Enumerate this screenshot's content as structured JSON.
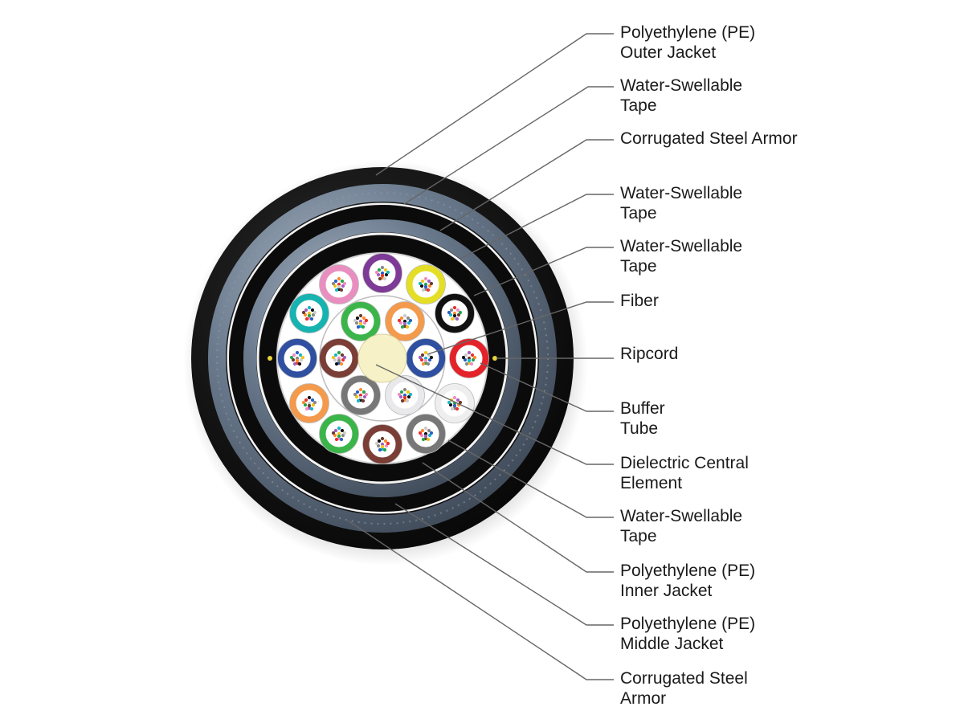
{
  "labels": [
    {
      "id": "outer-jacket",
      "lines": [
        "Polyethylene (PE)",
        "Outer Jacket"
      ]
    },
    {
      "id": "water-swellable-tape-1",
      "lines": [
        "Water-Swellable",
        "Tape"
      ]
    },
    {
      "id": "corrugated-steel-armor-1",
      "lines": [
        "Corrugated Steel Armor"
      ]
    },
    {
      "id": "water-swellable-tape-2",
      "lines": [
        "Water-Swellable",
        "Tape"
      ]
    },
    {
      "id": "water-swellable-tape-3",
      "lines": [
        "Water-Swellable",
        "Tape"
      ]
    },
    {
      "id": "fiber",
      "lines": [
        "Fiber"
      ]
    },
    {
      "id": "ripcord",
      "lines": [
        "Ripcord"
      ]
    },
    {
      "id": "buffer-tube",
      "lines": [
        "Buffer",
        "Tube"
      ]
    },
    {
      "id": "dielectric-central-element",
      "lines": [
        "Dielectric Central",
        "Element"
      ]
    },
    {
      "id": "water-swellable-tape-4",
      "lines": [
        "Water-Swellable",
        "Tape"
      ]
    },
    {
      "id": "inner-jacket",
      "lines": [
        "Polyethylene (PE)",
        "Inner Jacket"
      ]
    },
    {
      "id": "middle-jacket",
      "lines": [
        "Polyethylene (PE)",
        "Middle Jacket"
      ]
    },
    {
      "id": "corrugated-steel-armor-2",
      "lines": [
        "Corrugated Steel",
        "Armor"
      ]
    }
  ],
  "colors": {
    "jacket": "#0b0b0b",
    "armor": "#5e6d80",
    "tape": "#f2f2f2",
    "core_background": "#ffffff",
    "central_element": "#f6f1c6",
    "leader_line": "#666666",
    "buffer_tubes": [
      "#e88fc0",
      "#7d3a96",
      "#e4df26",
      "#16b3b0",
      "#3bb54a",
      "#f39a4c",
      "#111111",
      "#2f4fa0",
      "#7a3e36",
      "#2f4fa0",
      "#e4222a",
      "#f39a4c",
      "#777777",
      "#e9e9ec",
      "#eeeeee",
      "#3bb54a",
      "#7a3e36",
      "#777777"
    ],
    "fiber_dots": [
      "#e6332a",
      "#2b5fc4",
      "#22a64a",
      "#f0c419",
      "#a05fc0",
      "#111111",
      "#ff8a2a",
      "#888888",
      "#f28cc4",
      "#19b5c8",
      "#6b3b2b",
      "#cccccc"
    ]
  }
}
